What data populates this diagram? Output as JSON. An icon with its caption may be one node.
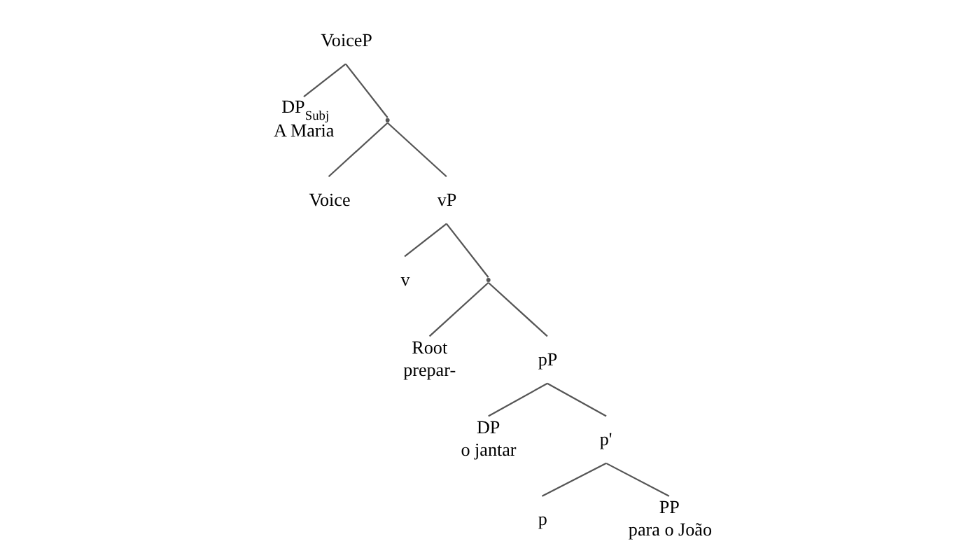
{
  "diagram": {
    "nodes": [
      {
        "text": [
          "VoiceP"
        ]
      },
      {
        "text": [
          "DP$_{Subj}$",
          "A Maria"
        ]
      },
      {
        "text": [],
        "shape": "point"
      },
      {
        "text": [
          "Voice"
        ]
      },
      {
        "text": [
          "vP"
        ]
      },
      {
        "text": [
          "v"
        ]
      },
      {
        "text": [],
        "shape": "point"
      },
      {
        "text": [
          "Root",
          "prepar-"
        ]
      },
      {
        "text": [
          "pP"
        ]
      },
      {
        "text": [
          "DP",
          "o jantar"
        ]
      },
      {
        "text": [
          "p'"
        ]
      },
      {
        "text": [
          "p"
        ]
      },
      {
        "text": [
          "PP",
          "para o João"
        ]
      }
    ],
    "edges": [
      {
        "from": 0,
        "to": 1,
        "arrow": "none"
      },
      {
        "from": 0,
        "to": 2,
        "arrow": "none"
      },
      {
        "from": 2,
        "to": 3,
        "arrow": "none"
      },
      {
        "from": 2,
        "to": 4,
        "arrow": "none"
      },
      {
        "from": 4,
        "to": 5,
        "arrow": "none"
      },
      {
        "from": 4,
        "to": 6,
        "arrow": "none"
      },
      {
        "from": 6,
        "to": 7,
        "arrow": "none"
      },
      {
        "from": 6,
        "to": 8,
        "arrow": "none"
      },
      {
        "from": 8,
        "to": 9,
        "arrow": "none"
      },
      {
        "from": 8,
        "to": 10,
        "arrow": "none"
      },
      {
        "from": 10,
        "to": 11,
        "arrow": "none"
      },
      {
        "from": 10,
        "to": 12,
        "arrow": "none"
      }
    ]
  }
}
